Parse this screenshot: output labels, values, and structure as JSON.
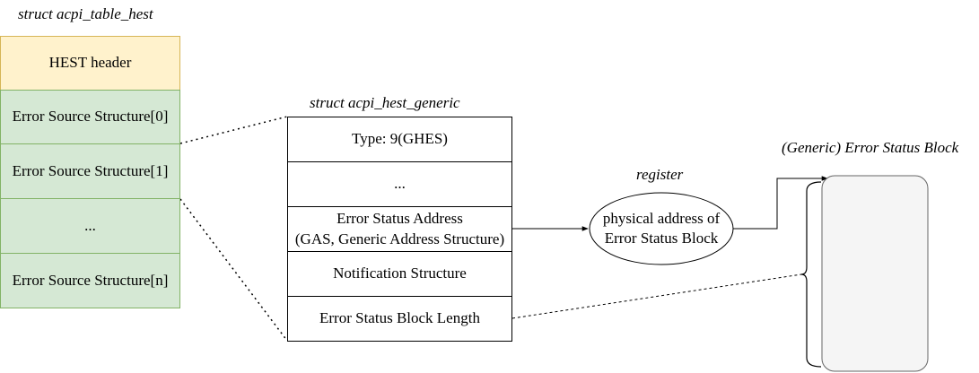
{
  "hest": {
    "title": "struct acpi_table_hest",
    "header": "HEST header",
    "entries": [
      "Error Source Structure[0]",
      "Error Source Structure[1]",
      "...",
      "Error Source Structure[n]"
    ],
    "fill_header": "#fff2cc",
    "fill_entries": "#d5e8d4"
  },
  "generic": {
    "title": "struct acpi_hest_generic",
    "fields": {
      "type": "Type: 9(GHES)",
      "ellipsis": "...",
      "error_status_address_1": "Error Status Address",
      "error_status_address_2": "(GAS, Generic Address Structure)",
      "notification": "Notification Structure",
      "block_length": "Error Status Block Length"
    }
  },
  "register": {
    "title": "register",
    "line1": "physical address of",
    "line2": "Error Status Block"
  },
  "status_block": {
    "title": "(Generic) Error Status Block"
  }
}
